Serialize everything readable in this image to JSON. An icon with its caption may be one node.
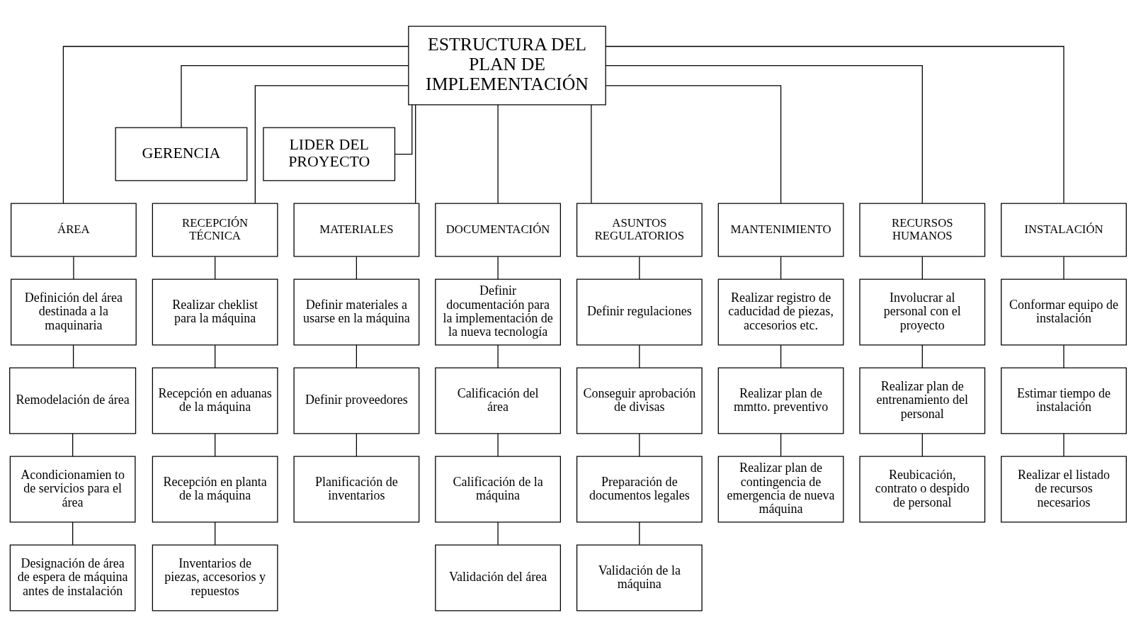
{
  "diagram": {
    "nodes": [
      {
        "text": [
          "ESTRUCTURA DEL PLAN DE IMPLEMENTACIÓN"
        ]
      },
      {
        "text": [
          "GERENCIA"
        ]
      },
      {
        "text": [
          "LIDER DEL PROYECTO"
        ]
      },
      {
        "text": [
          "ÁREA"
        ]
      },
      {
        "text": [
          "RECEPCIÓN TÉCNICA"
        ]
      },
      {
        "text": [
          "MATERIALES"
        ]
      },
      {
        "text": [
          "DOCUMENTACIÓN"
        ]
      },
      {
        "text": [
          "ASUNTOS REGULATORIOS"
        ]
      },
      {
        "text": [
          "MANTENIMIENTO"
        ]
      },
      {
        "text": [
          "RECURSOS HUMANOS"
        ]
      },
      {
        "text": [
          "INSTALACIÓN"
        ]
      },
      {
        "text": [
          "Definición del área destinada a la maquinaria"
        ]
      },
      {
        "text": [
          "Remodelación de área"
        ]
      },
      {
        "text": [
          "Acondicionamien to de servicios para el área"
        ]
      },
      {
        "text": [
          "Designación de área de espera de máquina antes de instalación"
        ]
      },
      {
        "text": [
          "Realizar cheklist para la máquina"
        ]
      },
      {
        "text": [
          "Recepción en aduanas de la máquina"
        ]
      },
      {
        "text": [
          "Recepción en planta de la máquina"
        ]
      },
      {
        "text": [
          "Inventarios de piezas, accesorios y repuestos"
        ]
      },
      {
        "text": [
          "Definir materiales a usarse en la máquina"
        ]
      },
      {
        "text": [
          "Definir proveedores"
        ]
      },
      {
        "text": [
          "Planificación de inventarios"
        ]
      },
      {
        "text": [
          "Definir documentación para la implementación de la nueva tecnología"
        ]
      },
      {
        "text": [
          "Calificación del área"
        ]
      },
      {
        "text": [
          "Calificación de la máquina"
        ]
      },
      {
        "text": [
          "Validación del área"
        ]
      },
      {
        "text": [
          "Definir regulaciones"
        ]
      },
      {
        "text": [
          "Conseguir aprobación de divisas"
        ]
      },
      {
        "text": [
          "Preparación de documentos legales"
        ]
      },
      {
        "text": [
          "Validación de la máquina"
        ]
      },
      {
        "text": [
          "Realizar registro de caducidad de piezas, accesorios etc."
        ]
      },
      {
        "text": [
          "Realizar plan de mmtto. preventivo"
        ]
      },
      {
        "text": [
          "Realizar plan de contingencia de emergencia de nueva máquina"
        ]
      },
      {
        "text": [
          "Involucrar al personal con el proyecto"
        ]
      },
      {
        "text": [
          "Realizar plan de entrenamiento del personal"
        ]
      },
      {
        "text": [
          "Reubicación, contrato o despido de personal"
        ]
      },
      {
        "text": [
          "Conformar equipo de instalación"
        ]
      },
      {
        "text": [
          "Estimar tiempo de instalación"
        ]
      },
      {
        "text": [
          "Realizar el listado de recursos necesarios"
        ]
      }
    ],
    "edges": [
      {
        "from": 0,
        "to": 1,
        "arrow": "none"
      },
      {
        "from": 0,
        "to": 2,
        "arrow": "none"
      },
      {
        "from": 0,
        "to": 3,
        "arrow": "none"
      },
      {
        "from": 0,
        "to": 4,
        "arrow": "none"
      },
      {
        "from": 0,
        "to": 5,
        "arrow": "none"
      },
      {
        "from": 0,
        "to": 6,
        "arrow": "none"
      },
      {
        "from": 0,
        "to": 7,
        "arrow": "none"
      },
      {
        "from": 0,
        "to": 8,
        "arrow": "none"
      },
      {
        "from": 0,
        "to": 9,
        "arrow": "none"
      },
      {
        "from": 0,
        "to": 10,
        "arrow": "none"
      },
      {
        "from": 3,
        "to": 11,
        "arrow": "none"
      },
      {
        "from": 11,
        "to": 12,
        "arrow": "none"
      },
      {
        "from": 12,
        "to": 13,
        "arrow": "none"
      },
      {
        "from": 13,
        "to": 14,
        "arrow": "none"
      },
      {
        "from": 4,
        "to": 15,
        "arrow": "none"
      },
      {
        "from": 15,
        "to": 16,
        "arrow": "none"
      },
      {
        "from": 16,
        "to": 17,
        "arrow": "none"
      },
      {
        "from": 17,
        "to": 18,
        "arrow": "none"
      },
      {
        "from": 5,
        "to": 19,
        "arrow": "none"
      },
      {
        "from": 19,
        "to": 20,
        "arrow": "none"
      },
      {
        "from": 20,
        "to": 21,
        "arrow": "none"
      },
      {
        "from": 6,
        "to": 22,
        "arrow": "none"
      },
      {
        "from": 22,
        "to": 23,
        "arrow": "none"
      },
      {
        "from": 23,
        "to": 24,
        "arrow": "none"
      },
      {
        "from": 24,
        "to": 25,
        "arrow": "none"
      },
      {
        "from": 7,
        "to": 26,
        "arrow": "none"
      },
      {
        "from": 26,
        "to": 27,
        "arrow": "none"
      },
      {
        "from": 27,
        "to": 28,
        "arrow": "none"
      },
      {
        "from": 28,
        "to": 29,
        "arrow": "none"
      },
      {
        "from": 8,
        "to": 30,
        "arrow": "none"
      },
      {
        "from": 30,
        "to": 31,
        "arrow": "none"
      },
      {
        "from": 31,
        "to": 32,
        "arrow": "none"
      },
      {
        "from": 9,
        "to": 33,
        "arrow": "none"
      },
      {
        "from": 33,
        "to": 34,
        "arrow": "none"
      },
      {
        "from": 34,
        "to": 35,
        "arrow": "none"
      },
      {
        "from": 10,
        "to": 36,
        "arrow": "none"
      },
      {
        "from": 36,
        "to": 37,
        "arrow": "none"
      },
      {
        "from": 37,
        "to": 38,
        "arrow": "none"
      }
    ]
  }
}
